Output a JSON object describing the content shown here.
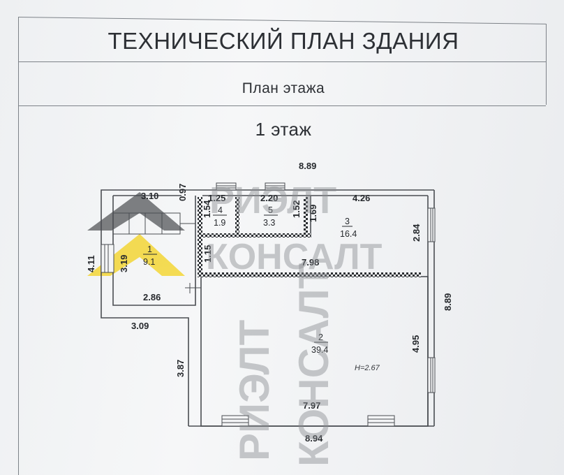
{
  "document": {
    "title": "ТЕХНИЧЕСКИЙ ПЛАН ЗДАНИЯ",
    "subtitle": "План этажа",
    "floor_label": "1 этаж"
  },
  "dimensions": {
    "top_total": "8.89",
    "d_097": "0.97",
    "d_310": "3.10",
    "d_125": "1.25",
    "d_220": "2.20",
    "d_426": "4.26",
    "d_154": "1.54",
    "d_152": "1.52",
    "d_169": "1.69",
    "d_284": "2.84",
    "d_411": "4.11",
    "d_319": "3.19",
    "d_115": "1.15",
    "d_798": "7.98",
    "right_total": "8.89",
    "d_286": "2.86",
    "d_309": "3.09",
    "d_495": "4.95",
    "d_387": "3.87",
    "d_797": "7.97",
    "bottom_total": "8.94"
  },
  "rooms": [
    {
      "number": "1",
      "area": "9.1"
    },
    {
      "number": "2",
      "area": "39.4"
    },
    {
      "number": "3",
      "area": "16.4"
    },
    {
      "number": "4",
      "area": "1.9"
    },
    {
      "number": "5",
      "area": "3.3"
    }
  ],
  "height_note": "H=2.67",
  "watermark": {
    "line1": "РИЭЛТ",
    "line2": "КОНСАЛТ"
  },
  "colors": {
    "logo_dark": "#4f4f4f",
    "logo_yellow": "#f3d21c"
  }
}
